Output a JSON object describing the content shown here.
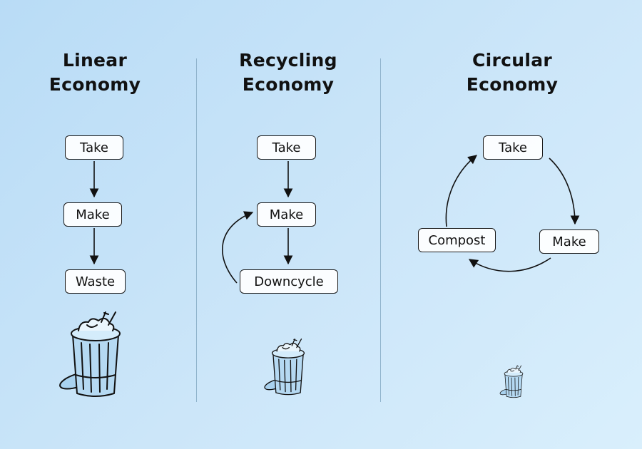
{
  "panels": [
    {
      "title_line1": "Linear",
      "title_line2": "Economy",
      "boxes": [
        "Take",
        "Make",
        "Waste"
      ]
    },
    {
      "title_line1": "Recycling",
      "title_line2": "Economy",
      "boxes": [
        "Take",
        "Make",
        "Downcycle"
      ]
    },
    {
      "title_line1": "Circular",
      "title_line2": "Economy",
      "boxes": [
        "Take",
        "Make",
        "Compost"
      ]
    }
  ],
  "icons": [
    "trash-can-icon"
  ],
  "colors": {
    "background": "#c5e3f8",
    "box_fill": "#ffffff",
    "stroke": "#1a1a1a",
    "divider": "#8fb3cc"
  }
}
